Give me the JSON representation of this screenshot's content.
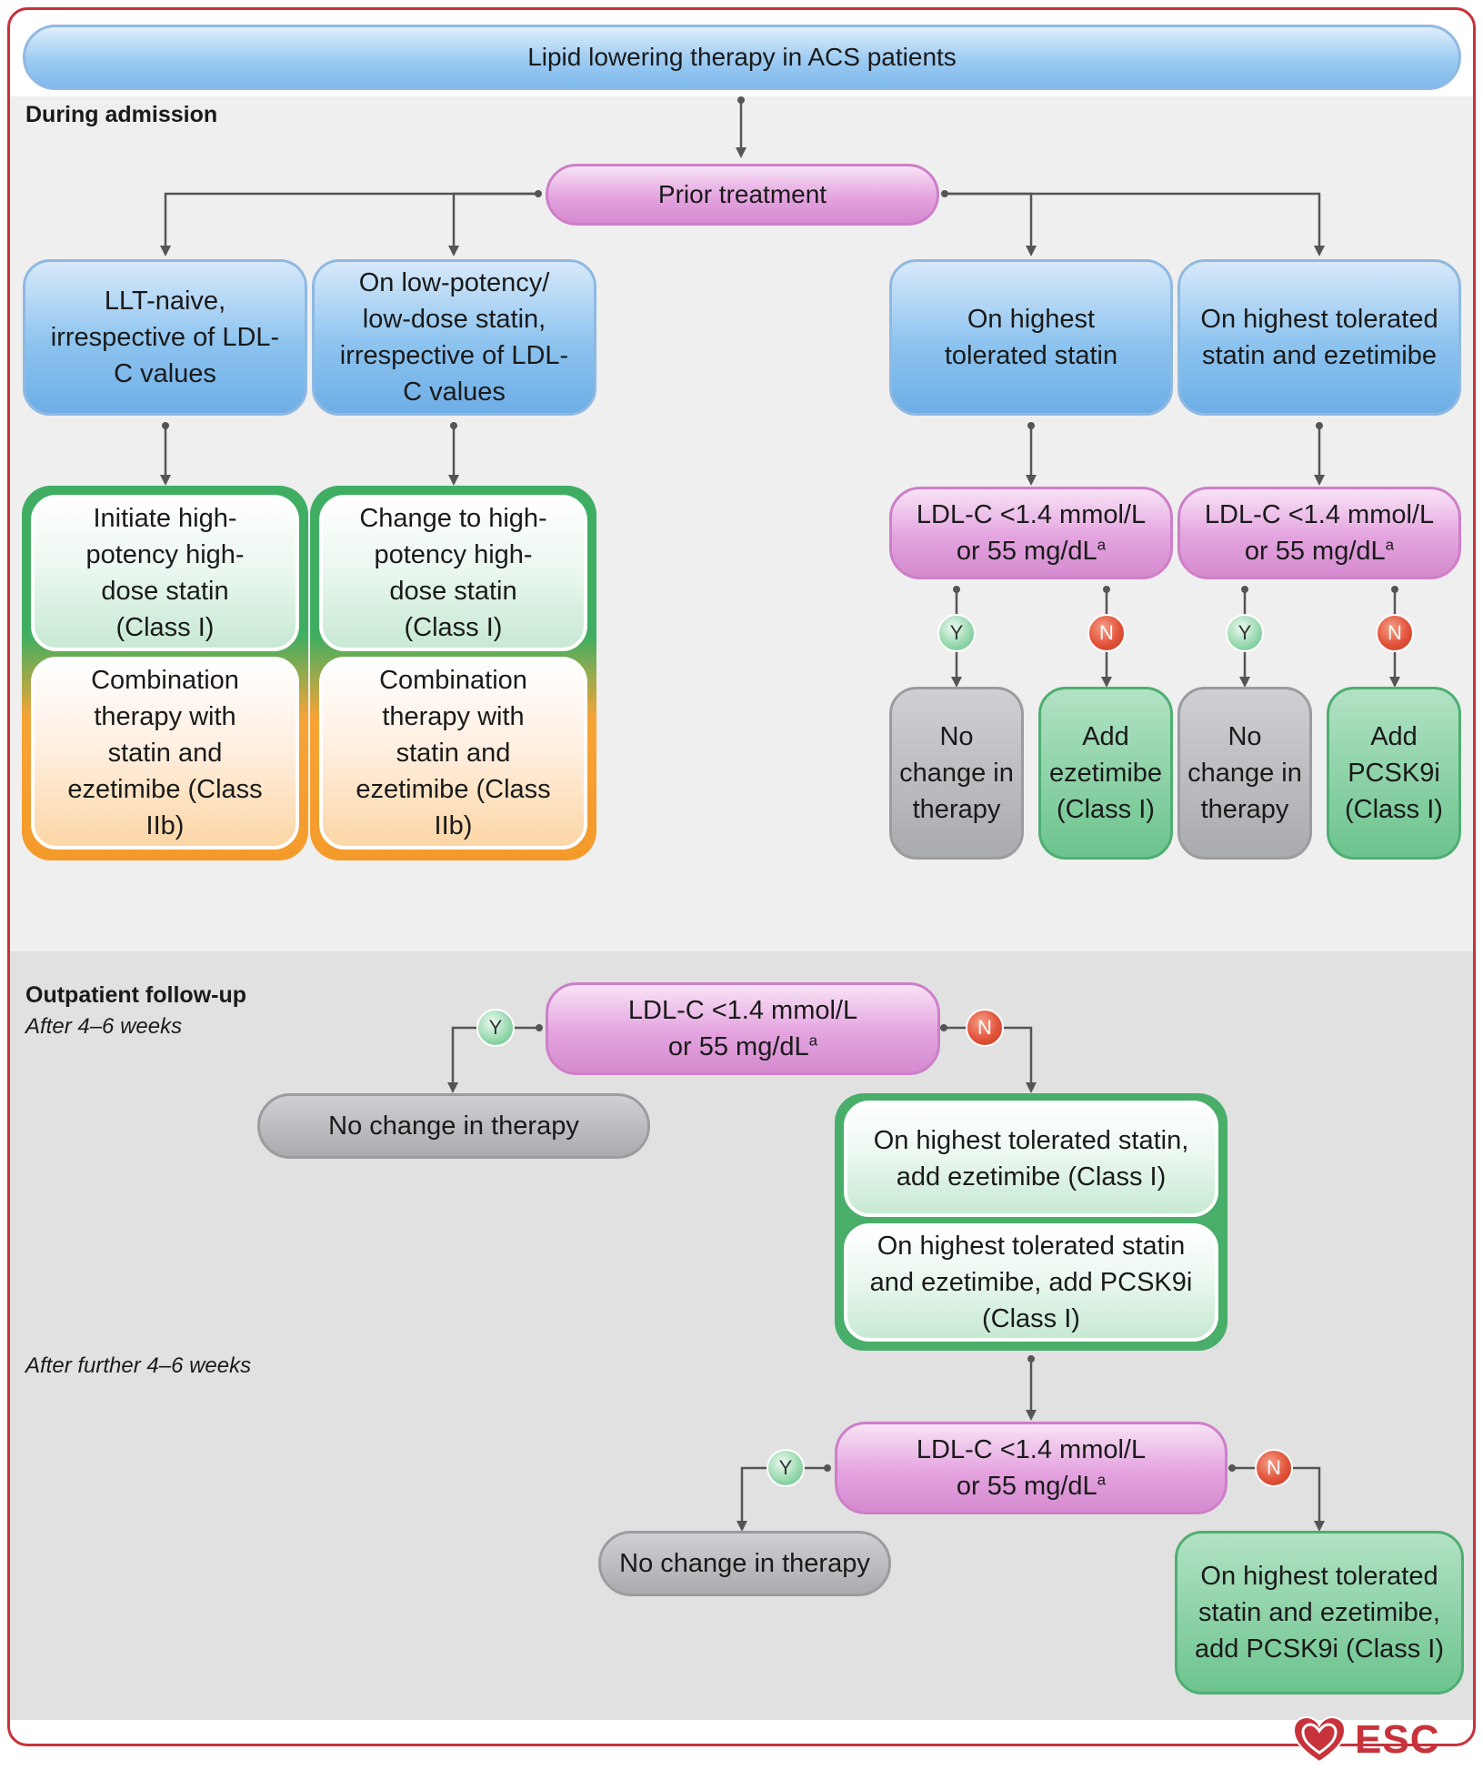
{
  "title": "Lipid lowering therapy in ACS patients",
  "sections": {
    "admission": "During admission",
    "outpatient": "Outpatient follow-up",
    "after_1": "After 4–6 weeks",
    "after_2": "After further 4–6 weeks"
  },
  "prior_treatment": "Prior treatment",
  "categories": {
    "naive": "LLT-naive, irrespective of LDL-C values",
    "low_dose": "On low-potency/ low-dose statin, irrespective of LDL-C values",
    "highest_statin": "On highest tolerated statin",
    "highest_statin_eze": "On highest tolerated statin and ezetimibe"
  },
  "actions": {
    "naive_primary": "Initiate high-potency high-dose statin (Class I)",
    "naive_secondary": "Combination therapy with statin and ezetimibe (Class IIb)",
    "low_primary": "Change to high-potency high-dose statin (Class I)",
    "low_secondary": "Combination therapy with statin and ezetimibe (Class IIb)"
  },
  "ldl_check": {
    "line1": "LDL-C <1.4 mmol/L",
    "line2": "or 55 mg/dL",
    "footnote": "a"
  },
  "yes": "Y",
  "no": "N",
  "outcomes": {
    "no_change_short": "No change in therapy",
    "add_ezetimibe": "Add ezetimibe (Class I)",
    "add_pcsk9i": "Add PCSK9i (Class I)"
  },
  "no_change": "No change in therapy",
  "follow_up": {
    "opt_1": "On highest tolerated statin, add ezetimibe (Class I)",
    "opt_2": "On highest tolerated statin and ezetimibe, add PCSK9i (Class I)",
    "final": "On highest tolerated statin and ezetimibe, add PCSK9i (Class I)"
  },
  "logo_text": "ESC",
  "colors": {
    "frame": "#c8323a",
    "blue": "#8cc3ef",
    "pink": "#e4a3df",
    "grey": "#a9abaf",
    "green": "#48ae6a",
    "orange": "#f39a2a"
  }
}
